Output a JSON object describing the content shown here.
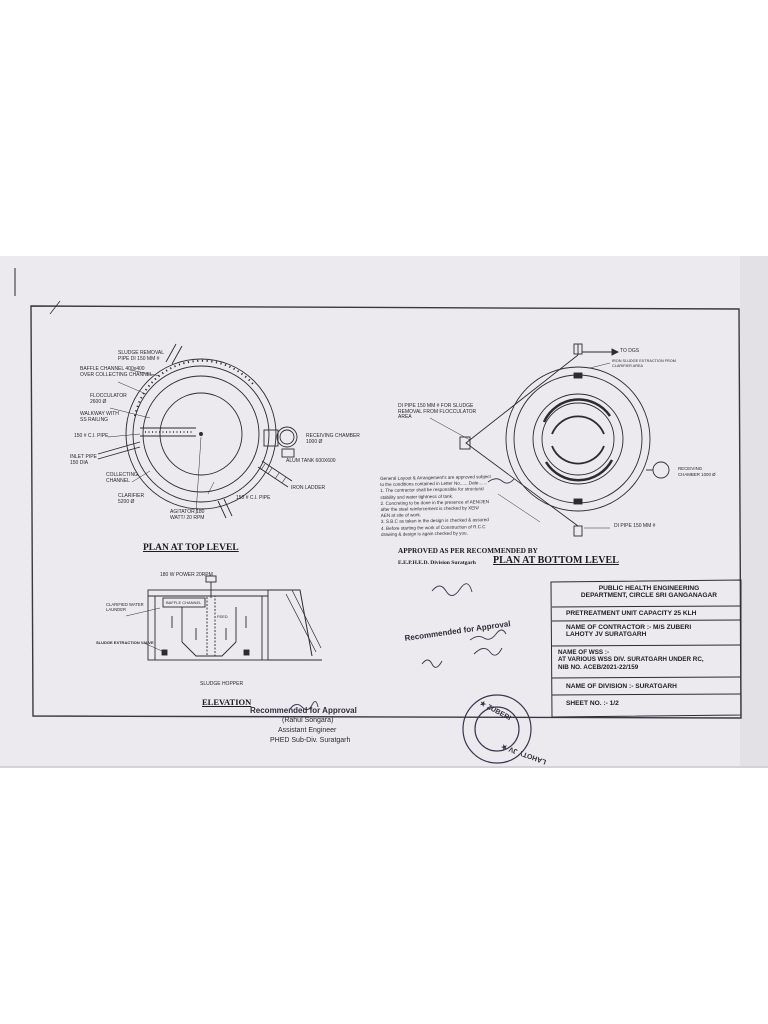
{
  "plan_top": {
    "title": "PLAN AT TOP LEVEL",
    "labels": {
      "sludge_removal": "SLUDGE REMOVAL\nPIPE DI 150 MM #",
      "baffle_channel": "BAFFLE CHANNEL 400x400\nOVER COLLECTING CHANNEL",
      "flocculator": "FLOCCULATOR\n2600 Ø",
      "walkway": "WALKWAY WITH\nSS RAILING",
      "ci_pipe_left": "150 # C.I. PIPE",
      "inlet_pipe": "INLET PIPE\n150 DIA",
      "collecting_channel": "COLLECTING\nCHANNEL",
      "clarifier": "CLARIFIER\n5200 Ø",
      "agitator": "AGITATOR 180\nWATT/ 20 RPM",
      "ci_pipe_bottom": "150 # C.I. PIPE",
      "receiving_chamber": "RECEIVING CHAMBER\n1000 Ø",
      "alum_tank": "ALUM TANK 600X600",
      "iron_ladder": "IRON LADDER"
    }
  },
  "plan_bottom": {
    "title": "PLAN AT BOTTOM LEVEL",
    "labels": {
      "to_dgs": "TO DGS",
      "iron_sludge": "IRON SLUDGE EXTRACTION FROM\nCLARIFIER AREA",
      "di_pipe_floc": "DI PIPE 150 MM # FOR SLUDGE\nREMOVAL FROM FLOCCULATOR\nAREA",
      "receiving": "RECEIVING\nCHAMBER 1000 Ø",
      "di_pipe_bottom": "DI PIPE 150 MM #"
    }
  },
  "elevation": {
    "title": "ELEVATION",
    "labels": {
      "power": "180 W POWER 20RPM",
      "baffle": "BAFFLE CHANNEL",
      "clarified": "CLARIFIED WATER\nLAUNDER",
      "sludge_valve": "SLUDGE EXTRACTION VALVE",
      "feed": "FEED",
      "hopper": "SLUDGE HOPPER"
    }
  },
  "approval_note": {
    "text": "General Layout & Arrangement's are approved subject\nto the conditions contained in Letter No.......Date.......\n1. The contractor shall be responsible for structural\n    stability and water tightness of tank.\n2. Concreting to be done in the presence of AEN/JEN\n    after the steel reinforcement is checked by XEN/\n    AEN at site of work.\n3. S.B.C as taken in the design is checked & assured\n4. Before starting the work of Construction of R.C.C\n    drawing & design is again checked by you.",
    "approved_line": "APPROVED AS PER RECOMMENDED BY",
    "division_line": "E.E.P.H.E.D. Division Suratgarh"
  },
  "recommended": {
    "stamp_right": "Recommended for Approval",
    "stamp_left": "Recommended for Approval",
    "signatory_name": "(Rahul Songara)",
    "signatory_title": "Assistant Engineer",
    "signatory_office": "PHED Sub-Div. Suratgarh"
  },
  "seal": {
    "top": "★ ZUBERI",
    "bottom": "LAHOTY JV ★"
  },
  "title_block": {
    "department": "PUBLIC HEALTH ENGINEERING\nDEPARTMENT, CIRCLE SRI GANGANAGAR",
    "project": "PRETREATMENT UNIT CAPACITY 25 KLH",
    "contractor": "NAME OF CONTRACTOR :- M/S ZUBERI\nLAHOTY JV SURATGARH",
    "wss": "NAME OF WSS :-\nAT VARIOUS WSS DIV.  SURATGARH UNDER RC,\nNIB NO. ACEB/2021-22/159",
    "division": "NAME OF DIVISION :- SURATGARH",
    "sheet": "SHEET NO. :- 1/2"
  },
  "colors": {
    "paper": "#eeedef",
    "ink": "#2a2830",
    "stamp_ink": "#3b3550"
  }
}
